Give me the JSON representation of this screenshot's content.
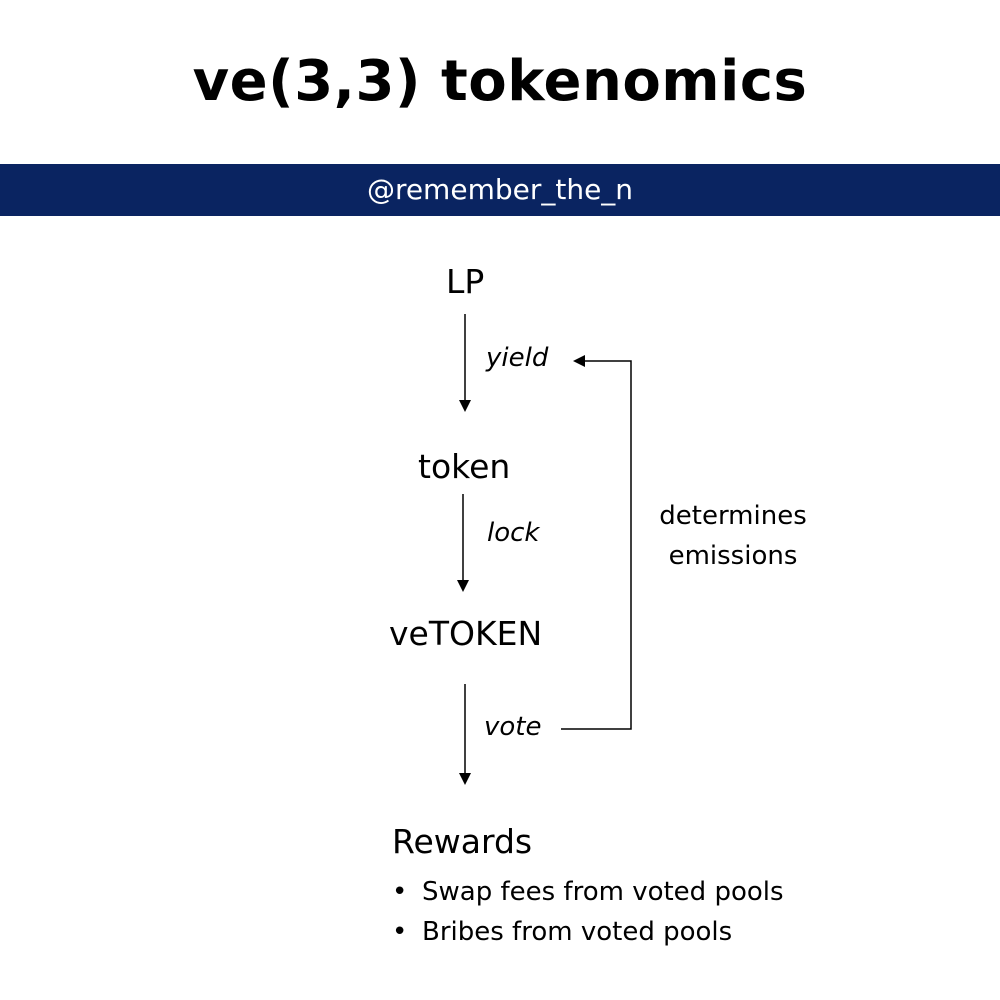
{
  "title": "ve(3,3) tokenomics",
  "banner": {
    "handle": "@remember_the_n",
    "color": "#0a2461"
  },
  "nodes": {
    "lp": "LP",
    "token": "token",
    "vetoken": "veTOKEN"
  },
  "edges": {
    "yield": "yield",
    "lock": "lock",
    "vote": "vote"
  },
  "feedback": {
    "line1": "determines",
    "line2": "emissions"
  },
  "rewards": {
    "title": "Rewards",
    "bullet_symbol": "•",
    "items": [
      "Swap fees from voted pools",
      "Bribes from voted pools"
    ]
  }
}
